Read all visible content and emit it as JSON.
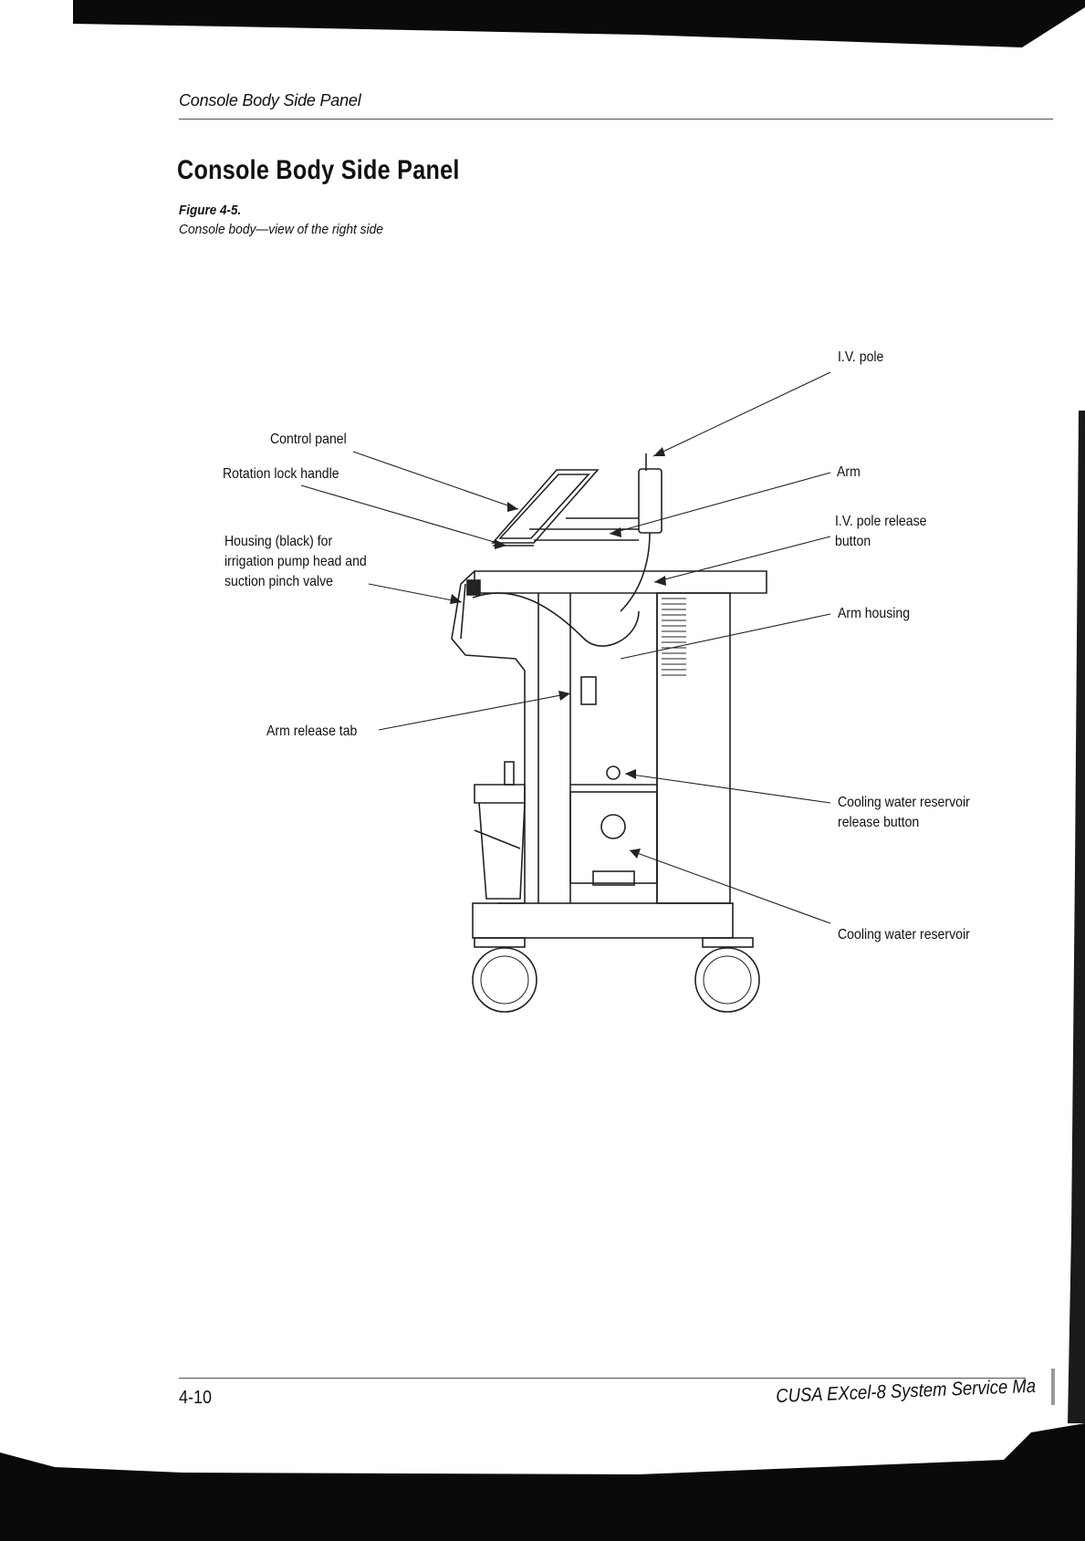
{
  "header": {
    "running_head": "Console Body Side Panel"
  },
  "section": {
    "title": "Console Body Side Panel"
  },
  "figure": {
    "number": "Figure 4-5.",
    "caption": "Console body—view of the right side",
    "callouts": {
      "iv_pole": "I.V. pole",
      "control_panel": "Control panel",
      "rotation_lock_handle": "Rotation lock handle",
      "arm": "Arm",
      "iv_pole_release": "I.V. pole release\nbutton",
      "housing": "Housing (black) for\nirrigation pump head and\nsuction pinch valve",
      "arm_housing": "Arm housing",
      "arm_release_tab": "Arm release tab",
      "cooling_release": "Cooling water reservoir\nrelease button",
      "cooling_reservoir": "Cooling water reservoir"
    }
  },
  "footer": {
    "page_number": "4-10",
    "book_title": "CUSA EXcel-8 System Service Ma"
  }
}
